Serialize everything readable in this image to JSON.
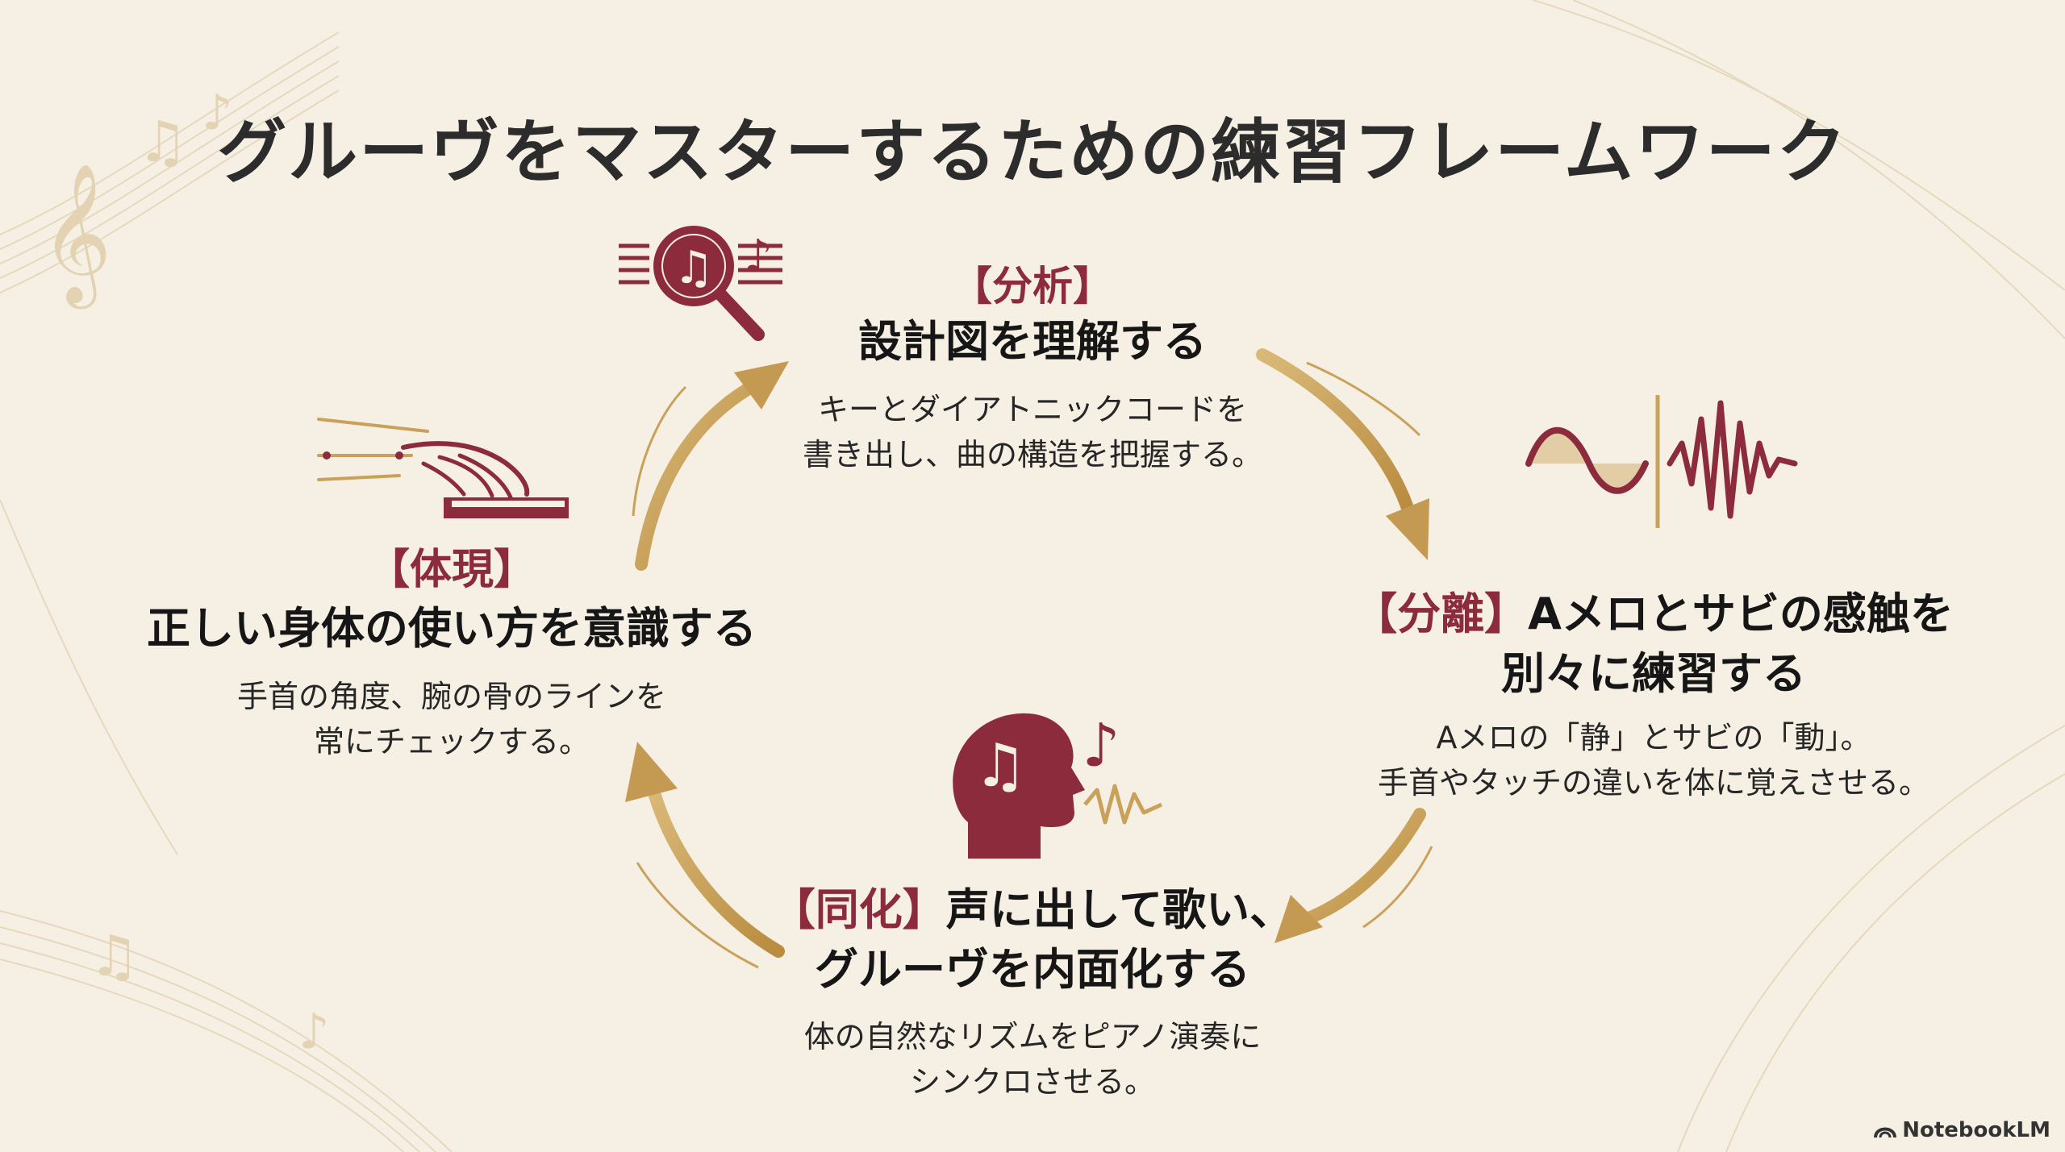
{
  "title": "グルーヴをマスターするための練習フレームワーク",
  "steps": {
    "analysis": {
      "tag": "【分析】",
      "heading": "設計図を理解する",
      "desc": [
        "キーとダイアトニックコードを",
        "書き出し、曲の構造を把握する。"
      ],
      "icon": "magnifier-music-icon"
    },
    "separation": {
      "tag": "【分離】",
      "heading_1": "Aメロとサビの感触を",
      "heading_2": "別々に練習する",
      "desc": [
        "Aメロの「静」とサビの「動」。",
        "手首やタッチの違いを体に覚えさせる。"
      ],
      "icon": "waveform-icon"
    },
    "assimilation": {
      "tag": "【同化】",
      "heading_1": "声に出して歌い、",
      "heading_2": "グルーヴを内面化する",
      "desc": [
        "体の自然なリズムをピアノ演奏に",
        "シンクロさせる。"
      ],
      "icon": "singing-head-icon"
    },
    "embodiment": {
      "tag": "【体現】",
      "heading": "正しい身体の使い方を意識する",
      "desc": [
        "手首の角度、腕の骨のラインを",
        "常にチェックする。"
      ],
      "icon": "hand-piano-icon"
    }
  },
  "footer": {
    "brand": "NotebookLM",
    "icon": "notebooklm-logo-icon"
  },
  "colors": {
    "background": "#f6f0e4",
    "accent_red": "#8c2b3b",
    "accent_gold": "#c9a15a",
    "text": "#1c1c1c"
  }
}
